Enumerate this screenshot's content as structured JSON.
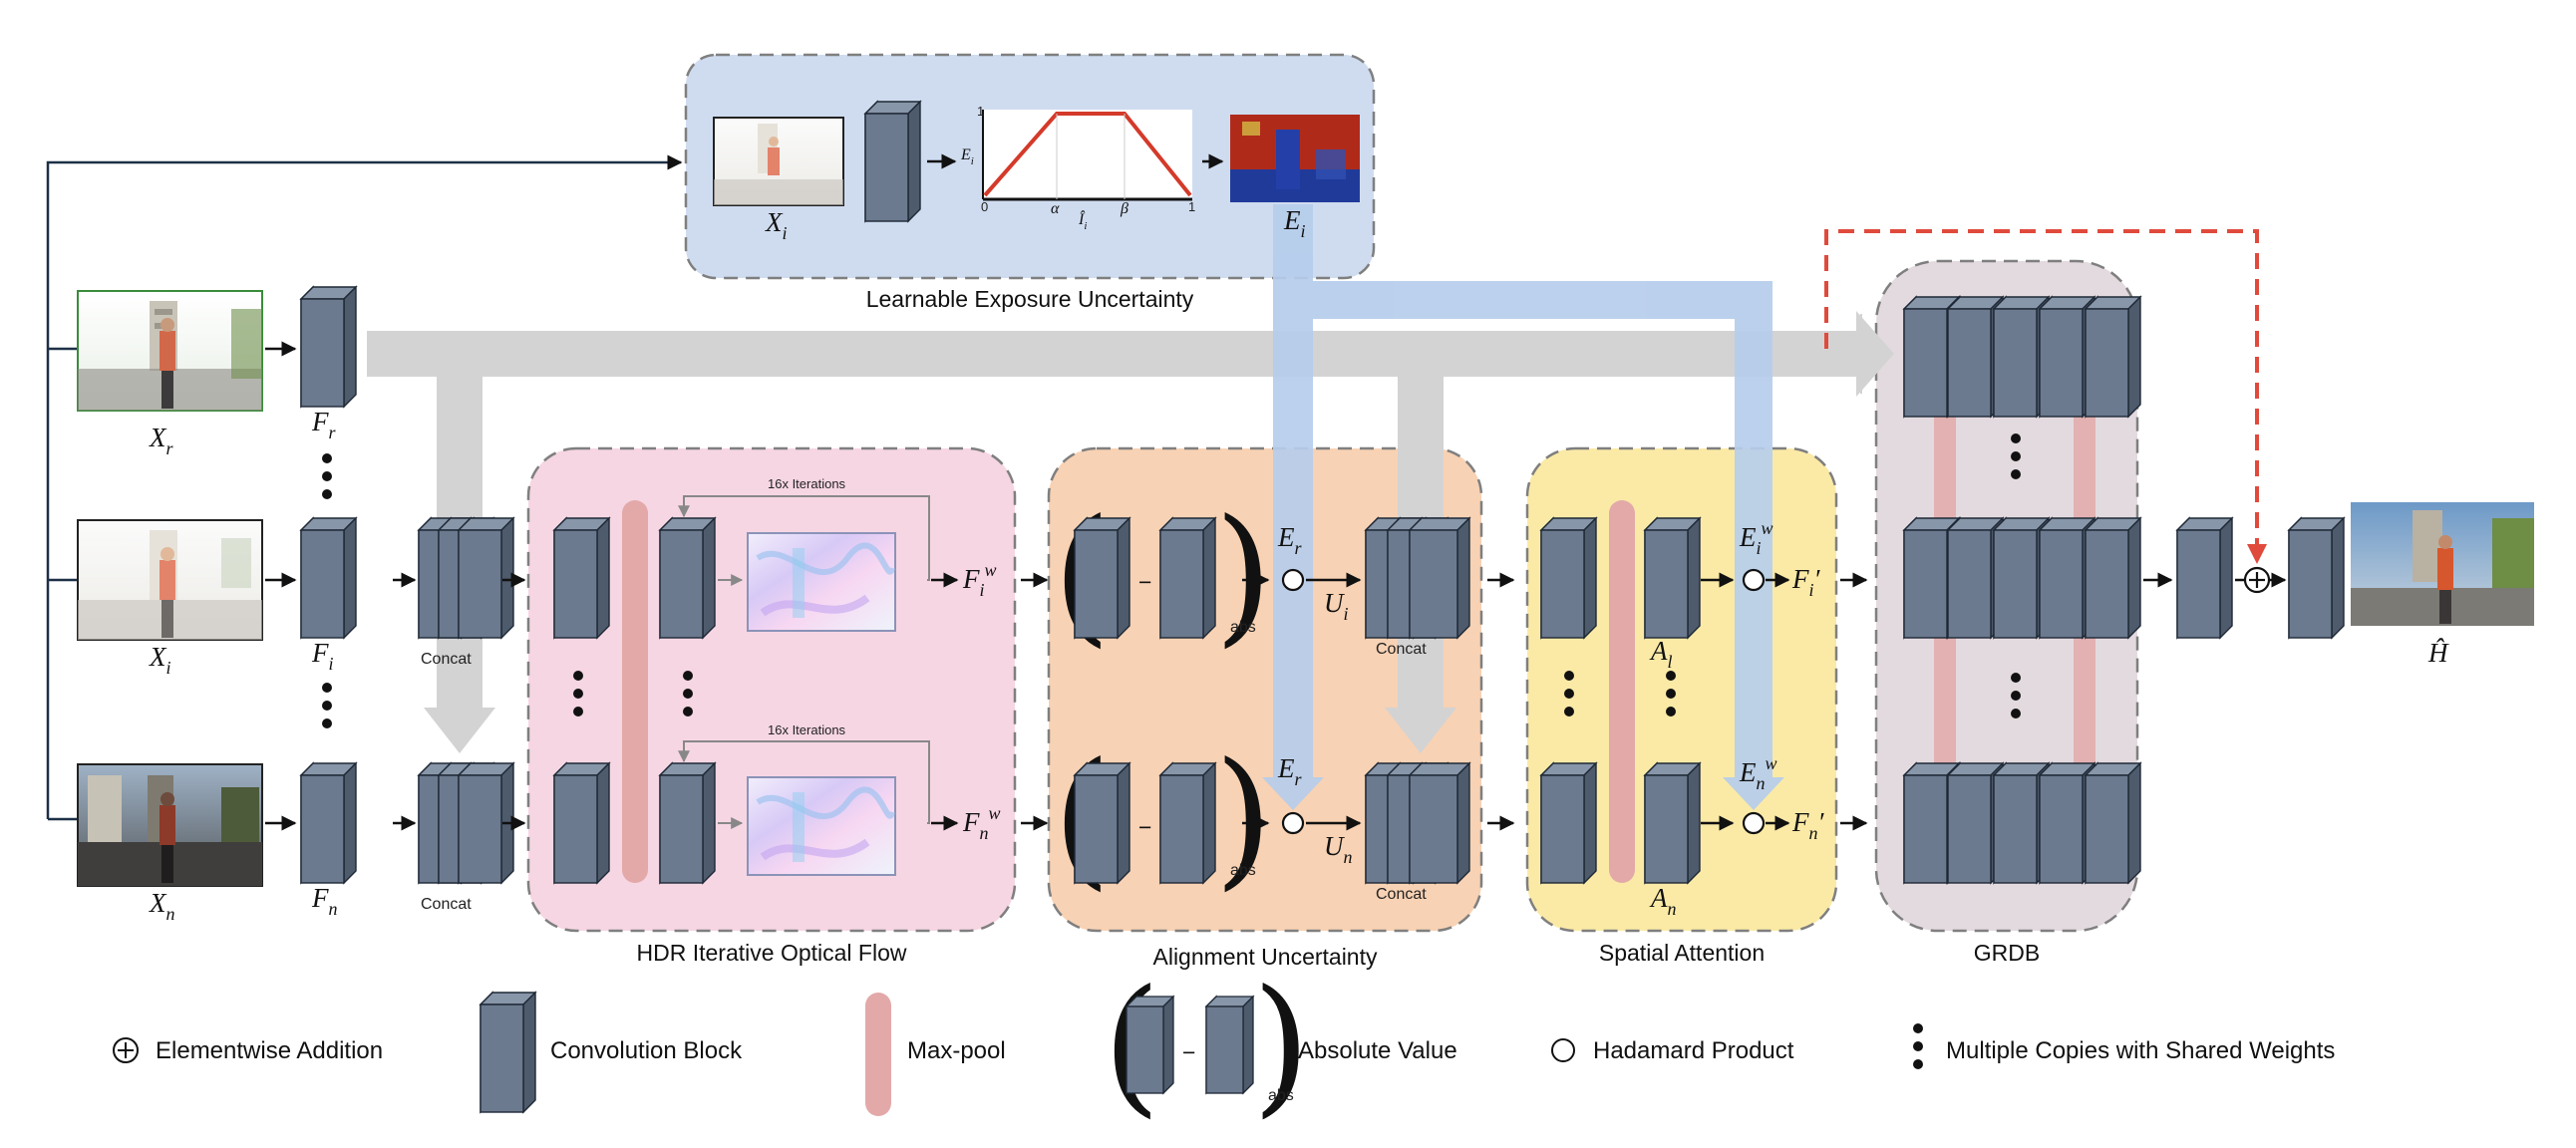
{
  "modules": {
    "exposure": "Learnable Exposure Uncertainty",
    "flow": "HDR Iterative Optical Flow",
    "align": "Alignment Uncertainty",
    "attention": "Spatial Attention",
    "grdb": "GRDB"
  },
  "inputs": {
    "xr": "X",
    "xr_sub": "r",
    "xi": "X",
    "xi_sub": "i",
    "xn": "X",
    "xn_sub": "n"
  },
  "features": {
    "fr": "F",
    "fr_sub": "r",
    "fi": "F",
    "fi_sub": "i",
    "fn": "F",
    "fn_sub": "n"
  },
  "labels": {
    "concat": "Concat",
    "iterations": "16x Iterations",
    "fiw": "F",
    "fiw_sub": "i",
    "fiw_sup": "w",
    "fnw": "F",
    "fnw_sub": "n",
    "fnw_sup": "w",
    "abs": "abs",
    "minus": "−",
    "er": "E",
    "er_sub": "r",
    "ui": "U",
    "ui_sub": "i",
    "un": "U",
    "un_sub": "n",
    "eiw": "E",
    "eiw_sub": "i",
    "eiw_sup": "w",
    "enw": "E",
    "enw_sub": "n",
    "enw_sup": "w",
    "fi_prime": "F",
    "fi_prime_sub": "i",
    "fn_prime": "F",
    "fn_prime_sub": "n",
    "prime": "′",
    "a1": "A",
    "a1_sub": "l",
    "an": "A",
    "an_sub": "n",
    "output": "Ĥ",
    "xi_exposure": "X",
    "xi_exposure_sub": "i",
    "ei": "E",
    "ei_sub": "i",
    "plot_y": "E",
    "plot_y_sub": "i",
    "plot_x": "Î",
    "plot_x_sub": "i",
    "alpha": "α",
    "beta": "β",
    "tick_zero": "0",
    "tick_one": "1"
  },
  "legend": {
    "addition": "Elementwise Addition",
    "conv": "Convolution Block",
    "maxpool": "Max-pool",
    "absval": "Absolute Value",
    "hadamard": "Hadamard Product",
    "copies": "Multiple Copies with Shared Weights"
  },
  "colors": {
    "exposure_bg": "#cfdcf0",
    "flow_bg": "#f6d6e3",
    "align_bg": "#f8d2b4",
    "attention_bg": "#fbeaa6",
    "grdb_bg": "#e3dadf",
    "conv_block": "#6b7a8f",
    "maxpool": "#e3a9a9",
    "skip_arrow": "#e04a3c",
    "gray_path": "#d3d3d3",
    "blue_path": "#b6cdec"
  }
}
